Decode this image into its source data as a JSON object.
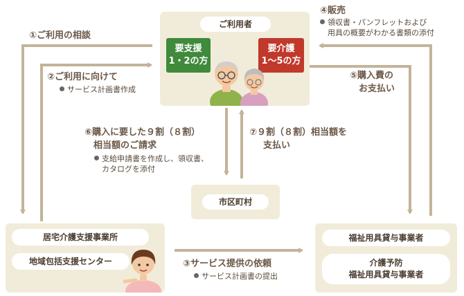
{
  "user_box": {
    "title": "ご利用者",
    "support_badge": {
      "line1": "要支援",
      "line2": "1・2の方",
      "color": "#3f8a3b"
    },
    "care_badge": {
      "line1": "要介護",
      "line2": "1〜5の方",
      "color": "#c0392b"
    }
  },
  "municipality": {
    "label": "市区町村"
  },
  "left_box": {
    "item1": "居宅介護支援事業所",
    "item2": "地域包括支援センター"
  },
  "right_box": {
    "item1": "福祉用具貸与事業者",
    "item2_line1": "介護予防",
    "item2_line2": "福祉用具貸与事業者"
  },
  "steps": {
    "s1": "①ご利用の相談",
    "s2": "②ご利用に向けて",
    "s2_note": "サービス計画書作成",
    "s3": "③サービス提供の依頼",
    "s3_note": "サービス計画書の提出",
    "s4": "④販売",
    "s4_note_line1": "領収書・パンフレットおよび",
    "s4_note_line2": "用具の概要がわかる書類の添付",
    "s5_line1": "⑤購入費の",
    "s5_line2": "お支払い",
    "s6_line1": "⑥購入に要した９割（８割）",
    "s6_line2": "相当額のご請求",
    "s6_note_line1": "支給申請書を作成し、領収書、",
    "s6_note_line2": "カタログを添付",
    "s7_line1": "⑦９割（８割）相当額を",
    "s7_line2": "支払い"
  },
  "colors": {
    "arrow": "#c2b49a",
    "box": "#f1ecd9"
  }
}
